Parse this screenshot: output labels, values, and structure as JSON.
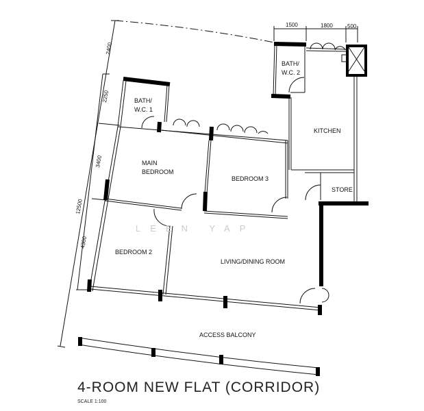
{
  "title": "4-ROOM NEW FLAT (CORRIDOR)",
  "scale": "SCALE  1:100",
  "watermark": "LEEN YAP",
  "rooms": {
    "bath1_line1": "BATH/",
    "bath1_line2": "W.C.  1",
    "bath2_line1": "BATH/",
    "bath2_line2": "W.C.  2",
    "kitchen": "KITCHEN",
    "main_bedroom_line1": "MAIN",
    "main_bedroom_line2": "BEDROOM",
    "bedroom3": "BEDROOM  3",
    "store": "STORE",
    "bedroom2": "BEDROOM  2",
    "living": "LIVING/DINING  ROOM",
    "balcony": "ACCESS   BALCONY"
  },
  "dimensions": {
    "top": [
      "1500",
      "1800",
      "500"
    ],
    "left": [
      "2400",
      "2250",
      "3400",
      "12500",
      "4300"
    ]
  }
}
